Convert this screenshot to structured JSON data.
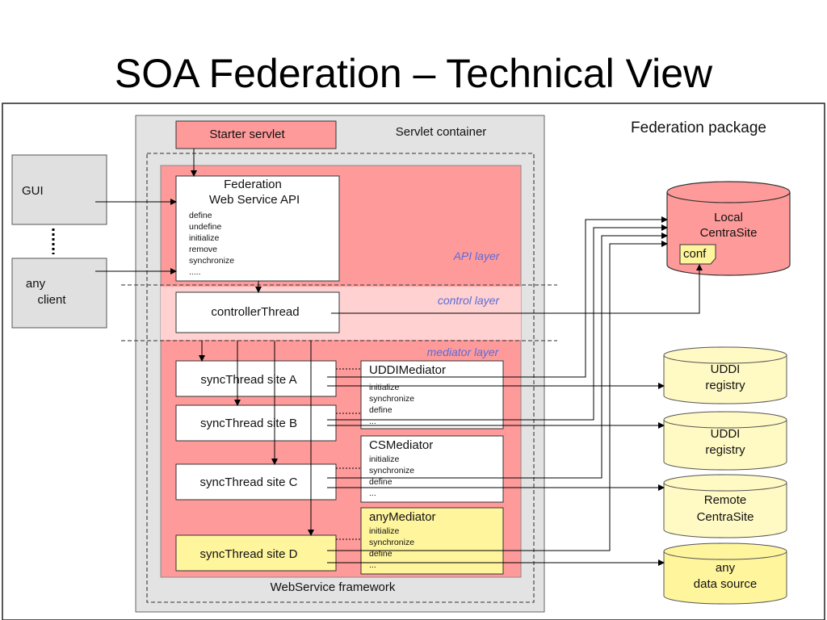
{
  "slide": {
    "title": "SOA Federation – Technical View"
  },
  "diagram": {
    "package_label": "Federation package",
    "servlet_container_label": "Servlet container",
    "framework_label": "WebService framework",
    "starter_servlet": "Starter servlet",
    "gui": "GUI",
    "any_client": [
      "any",
      "client"
    ],
    "api_title": [
      "Federation",
      "Web Service  API"
    ],
    "api_ops": [
      "define",
      "undefine",
      "initialize",
      "remove",
      "synchronize",
      "....."
    ],
    "layers": {
      "api": "API layer",
      "control": "control layer",
      "mediator": "mediator layer"
    },
    "controller_thread": "controllerThread",
    "sync_threads": [
      "syncThread site A",
      "syncThread site B",
      "syncThread site C",
      "syncThread site D"
    ],
    "mediators": [
      {
        "name": "UDDIMediator",
        "ops": [
          "initialize",
          "synchronize",
          "define",
          "..."
        ]
      },
      {
        "name": "CSMediator",
        "ops": [
          "initialize",
          "synchronize",
          "define",
          "..."
        ]
      },
      {
        "name": "anyMediator",
        "ops": [
          "initialize",
          "synchronize",
          "define",
          "..."
        ]
      }
    ],
    "local_centrasite": [
      "Local",
      "CentraSite"
    ],
    "conf": "conf",
    "targets": [
      [
        "UDDI",
        "registry"
      ],
      [
        "UDDI",
        "registry"
      ],
      [
        "Remote",
        "CentraSite"
      ],
      [
        "any",
        "data source"
      ]
    ]
  }
}
